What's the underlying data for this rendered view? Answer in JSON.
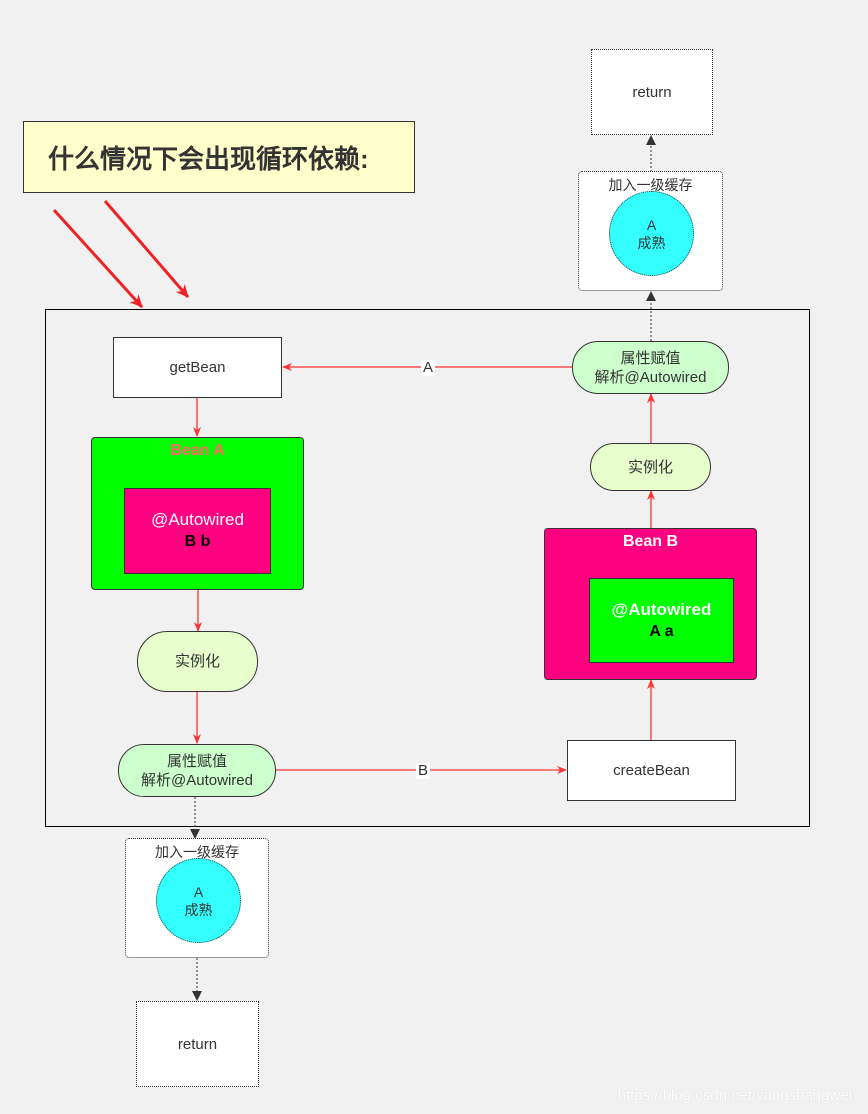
{
  "title": "什么情况下会出现循环依赖:",
  "nodes": {
    "getBean": "getBean",
    "createBean": "createBean",
    "bean_a": {
      "title": "Bean A",
      "annotation": "@Autowired",
      "field": "B b"
    },
    "bean_b": {
      "title": "Bean B",
      "annotation": "@Autowired",
      "field": "A a"
    },
    "instantiate_left": "实例化",
    "instantiate_right": "实例化",
    "populate_left": {
      "line1": "属性赋值",
      "line2": "解析@Autowired"
    },
    "populate_right": {
      "line1": "属性赋值",
      "line2": "解析@Autowired"
    },
    "cache_left": {
      "label": "加入一级缓存",
      "circle_line1": "A",
      "circle_line2": "成熟"
    },
    "cache_right": {
      "label": "加入一级缓存",
      "circle_line1": "A",
      "circle_line2": "成熟"
    },
    "return_left": "return",
    "return_right": "return"
  },
  "edges": {
    "label_a": "A",
    "label_b": "B"
  },
  "colors": {
    "arrow_red": "#ff3333",
    "bean_green": "#00ff00",
    "bean_pink": "#ff0080",
    "bean_a_title": "#ff6666",
    "cache_cyan": "#33ffff",
    "note_yellow": "#ffffcc"
  },
  "watermark": "https://blog.csdn.net/yangshangwei"
}
